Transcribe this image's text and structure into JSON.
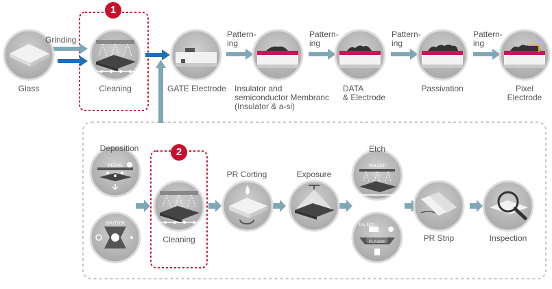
{
  "steps": {
    "glass": "Glass",
    "grinding": "Grinding",
    "cleaning_top": "Cleaning",
    "gate": "GATE Electrode",
    "patterning_1": "Pattern-\ning",
    "patterning_2": "Pattern-\ning",
    "patterning_3": "Pattern-\ning",
    "patterning_4": "Pattern-\ning",
    "insulator": "Insulator and\nsemiconductor Membranc\n(Insulator & a-si)",
    "data": "DATA\n& Electrode",
    "passivation": "Passivation",
    "pixel": "Pixel\nElectrode",
    "deposition": "Deposition",
    "cleaning_bottom": "Cleaning",
    "pr_corting": "PR Corting",
    "exposure": "Exposure",
    "etch": "Etch",
    "pr_strip": "PR Strip",
    "inspection": "Inspection"
  },
  "icon_text": {
    "pecvd": "PECVD",
    "sputter": "SPUTTER",
    "wet_etch": "Wet Etch",
    "dry_etch": "Dry Etch",
    "plasma": "PLASMA"
  },
  "badges": {
    "one": "1",
    "two": "2"
  },
  "colors": {
    "arrow_teal": "#7fa7b8",
    "arrow_blue": "#1f6fb8",
    "highlight_red": "#c8102e",
    "icon_gray": "#b5b5b5",
    "accent_magenta": "#c2185b"
  }
}
